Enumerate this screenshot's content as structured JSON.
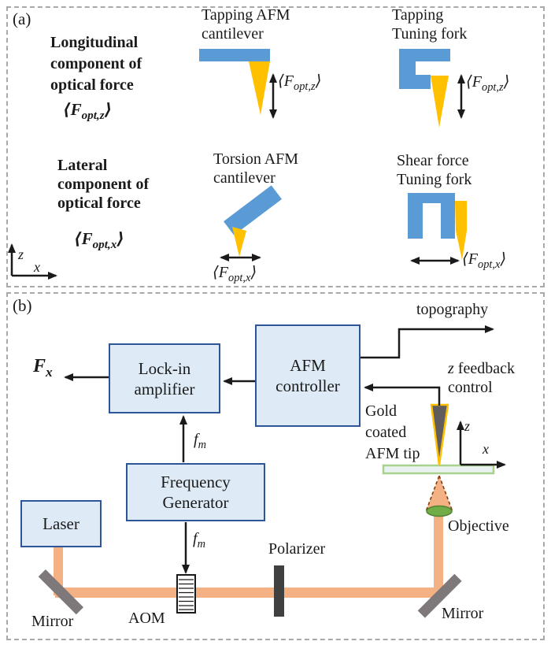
{
  "panel_a": {
    "tag": "(a)",
    "longitudinal_title": [
      "Longitudinal",
      "component of",
      "optical force"
    ],
    "lateral_title": [
      "Lateral",
      "component of",
      "optical force"
    ],
    "tapping_cantilever_label": [
      "Tapping AFM",
      "cantilever"
    ],
    "tapping_fork_label": [
      "Tapping",
      "Tuning fork"
    ],
    "torsion_cantilever_label": [
      "Torsion AFM",
      "cantilever"
    ],
    "shear_fork_label": [
      "Shear force",
      "Tuning fork"
    ],
    "axis": {
      "z": "z",
      "x": "x"
    }
  },
  "panel_b": {
    "tag": "(b)",
    "boxes": {
      "lockin": [
        "Lock-in",
        "amplifier"
      ],
      "afm_controller": [
        "AFM",
        "controller"
      ],
      "freq_gen": [
        "Frequency",
        "Generator"
      ],
      "laser": "Laser"
    },
    "labels": {
      "topography": "topography",
      "z_feedback_z": "z",
      "z_feedback_rest": " feedback",
      "z_feedback_line2": "control",
      "gold_tip": [
        "Gold",
        "coated",
        "AFM tip"
      ],
      "objective": "Objective",
      "polarizer": "Polarizer",
      "mirror_left": "Mirror",
      "mirror_right": "Mirror",
      "aom": "AOM"
    },
    "axis": {
      "z": "z",
      "x": "x"
    }
  },
  "formulas": {
    "f_opt_z": {
      "base": "⟨F",
      "sub": "opt,z",
      "close": "⟩"
    },
    "f_opt_x": {
      "base": "⟨F",
      "sub": "opt,x",
      "close": "⟩"
    },
    "f_m": {
      "base": "f",
      "sub": "m"
    },
    "f_x": {
      "base": "F",
      "sub": "x"
    }
  },
  "colors": {
    "shape_blue": "#5B9BD5",
    "tip_yellow": "#FFC000",
    "beam_orange": "#F4B183",
    "box_fill": "#DEEBF7",
    "box_border": "#2E5597",
    "mirror_gray": "#7E787A",
    "polarizer_gray": "#404040",
    "lens_green": "#70AD47",
    "sample_border_green": "#A9D18E",
    "afm_tip_gray": "#625D5D",
    "arrow_black": "#1a1a1a",
    "panel_border_gray": "#A9A9A9"
  }
}
